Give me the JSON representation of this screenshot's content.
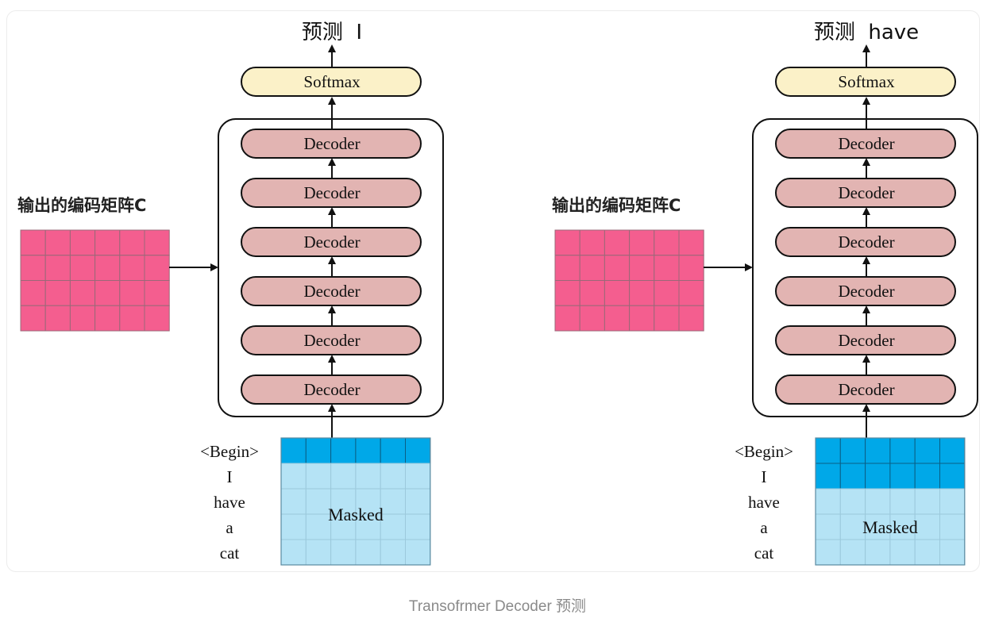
{
  "panels": [
    {
      "title": "预测  I",
      "matrix_label": "输出的编码矩阵C",
      "softmax_label": "Softmax",
      "decoder_labels": [
        "Decoder",
        "Decoder",
        "Decoder",
        "Decoder",
        "Decoder",
        "Decoder"
      ],
      "input_words": [
        "<Begin>",
        "I",
        "have",
        "a",
        "cat"
      ],
      "masked_label": "Masked",
      "visible_rows": 1
    },
    {
      "title": "预测  have",
      "matrix_label": "输出的编码矩阵C",
      "softmax_label": "Softmax",
      "decoder_labels": [
        "Decoder",
        "Decoder",
        "Decoder",
        "Decoder",
        "Decoder",
        "Decoder"
      ],
      "input_words": [
        "<Begin>",
        "I",
        "have",
        "a",
        "cat"
      ],
      "masked_label": "Masked",
      "visible_rows": 2
    }
  ],
  "caption": "Transofrmer Decoder 预测",
  "colors": {
    "matrix_c": "#f45e8f",
    "decoder": "#e2b4b2",
    "softmax": "#fbf1c8",
    "visible_row": "#00a8e8",
    "masked": "#b5e3f5"
  }
}
